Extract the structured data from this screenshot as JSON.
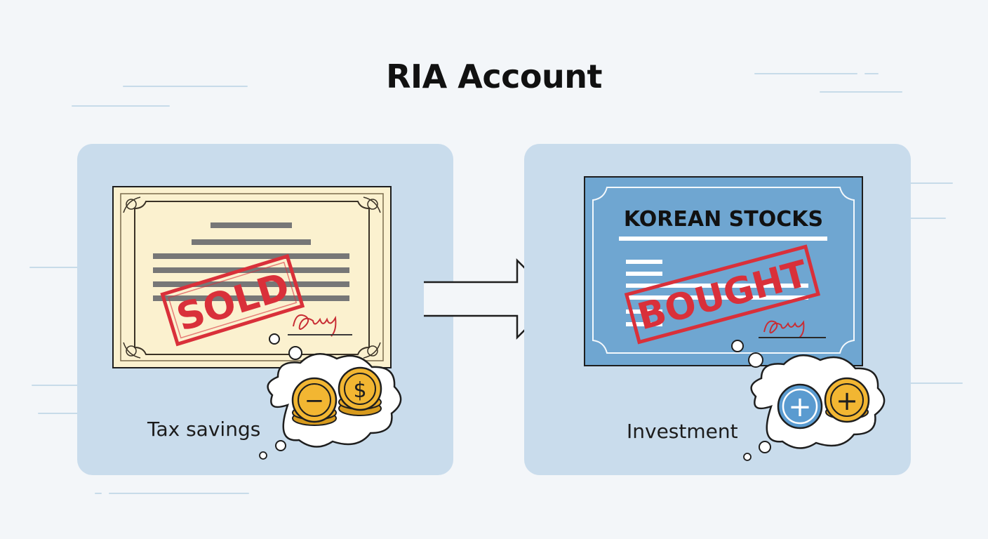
{
  "title": "RIA Account",
  "left_panel": {
    "stamp": "SOLD",
    "label": "Tax savings",
    "coin_symbols": {
      "minus": "−",
      "dollar": "$"
    }
  },
  "right_panel": {
    "certificate_heading": "KOREAN STOCKS",
    "stamp": "BOUGHT",
    "label": "Investment",
    "coin_symbols": {
      "plus_blue": "+",
      "plus_gold": "+"
    }
  },
  "colors": {
    "background": "#f3f6f9",
    "panel": "#c9dcec",
    "cream_certificate": "#fbf1cf",
    "blue_certificate": "#6fa6d1",
    "stamp_red": "#d9303a",
    "gold_coin": "#f2b632",
    "blue_coin": "#5a9bd0"
  },
  "icons": {
    "flow_arrow": "right-arrow-icon",
    "left_bubble": "thought-bubble-icon",
    "right_bubble": "thought-bubble-icon"
  }
}
